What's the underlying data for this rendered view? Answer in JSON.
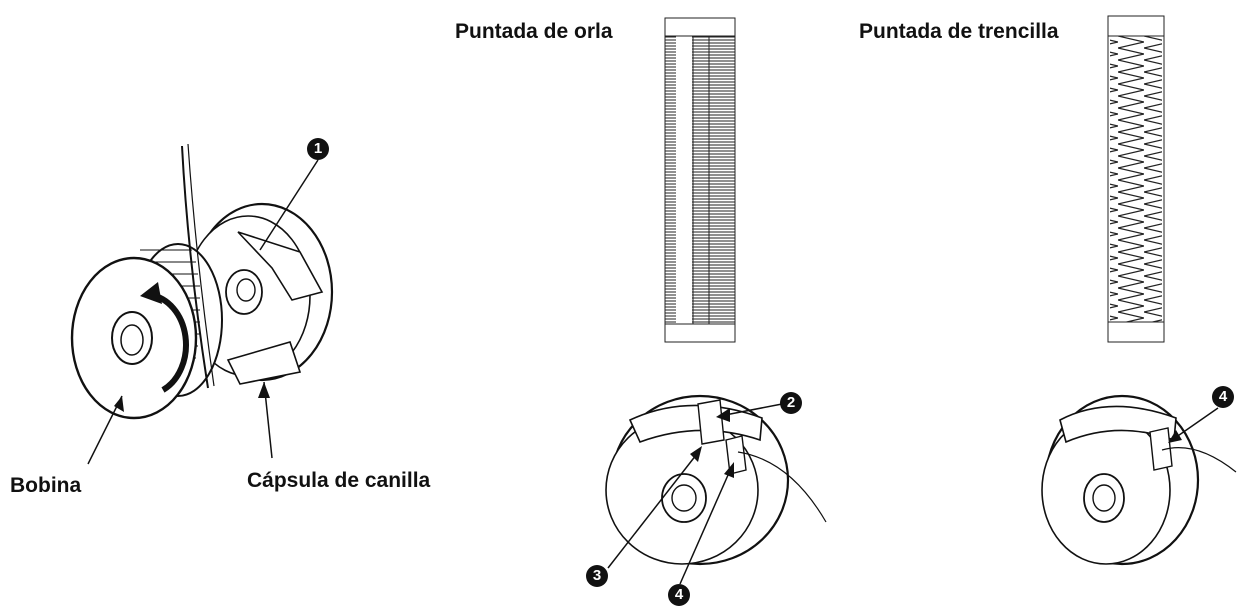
{
  "labels": {
    "bobbin": "Bobina",
    "bobbin_case": "Cápsula de canilla",
    "stitch_edge": "Puntada de orla",
    "stitch_braid": "Puntada de trencilla"
  },
  "callouts": {
    "c1": "1",
    "c2": "2",
    "c3": "3",
    "c4a": "4",
    "c4b": "4"
  }
}
